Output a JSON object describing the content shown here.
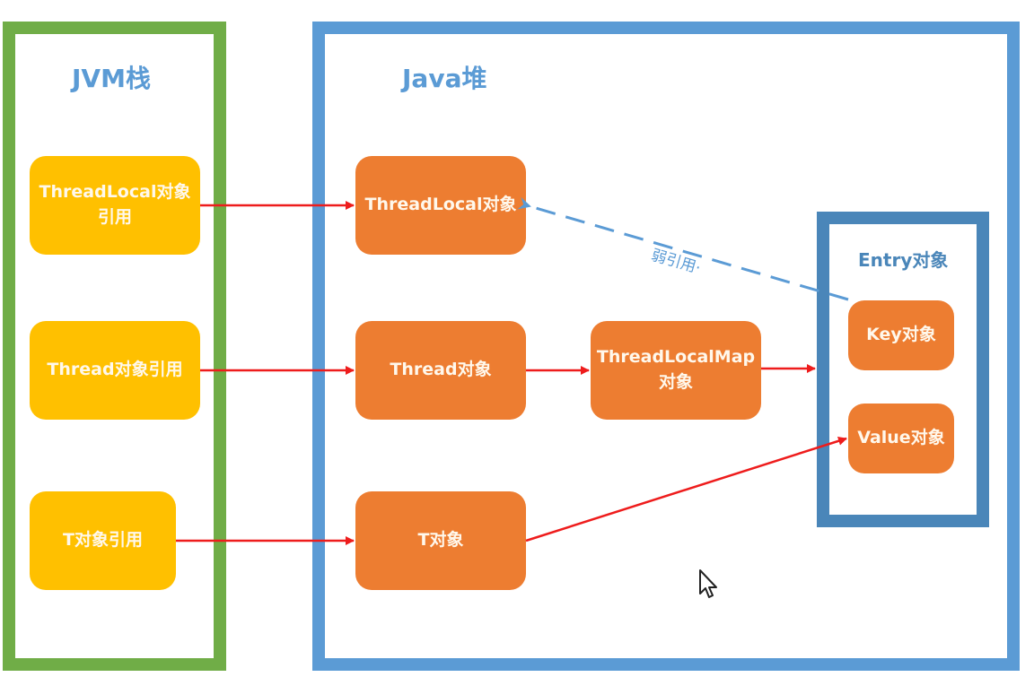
{
  "regions": {
    "jvm_stack": {
      "title": "JVM栈",
      "color": "#70ad47"
    },
    "java_heap": {
      "title": "Java堆",
      "color": "#5b9bd5"
    },
    "entry": {
      "title": "Entry对象",
      "color": "#4a86b9"
    }
  },
  "nodes": {
    "threadlocal_ref": "ThreadLocal对象引用",
    "thread_ref": "Thread对象引用",
    "t_ref": "T对象引用",
    "threadlocal_obj": "ThreadLocal对象",
    "thread_obj": "Thread对象",
    "threadlocalmap_obj": "ThreadLocalMap对象",
    "t_obj": "T对象",
    "key_obj": "Key对象",
    "value_obj": "Value对象"
  },
  "edges": [
    {
      "from": "ThreadLocal对象引用",
      "to": "ThreadLocal对象",
      "style": "strong"
    },
    {
      "from": "Thread对象引用",
      "to": "Thread对象",
      "style": "strong"
    },
    {
      "from": "T对象引用",
      "to": "T对象",
      "style": "strong"
    },
    {
      "from": "Thread对象",
      "to": "ThreadLocalMap对象",
      "style": "strong"
    },
    {
      "from": "ThreadLocalMap对象",
      "to": "Entry对象",
      "style": "strong"
    },
    {
      "from": "T对象",
      "to": "Value对象",
      "style": "strong"
    },
    {
      "from": "Key对象",
      "to": "ThreadLocal对象",
      "style": "weak",
      "label": "弱引用"
    }
  ],
  "weak_ref_label": "弱引用·",
  "colors": {
    "ref_node": "#ffc000",
    "obj_node": "#ed7d31",
    "strong_arrow": "#ee1c1c",
    "weak_arrow": "#5b9bd5"
  },
  "cursor": "mouse-pointer"
}
